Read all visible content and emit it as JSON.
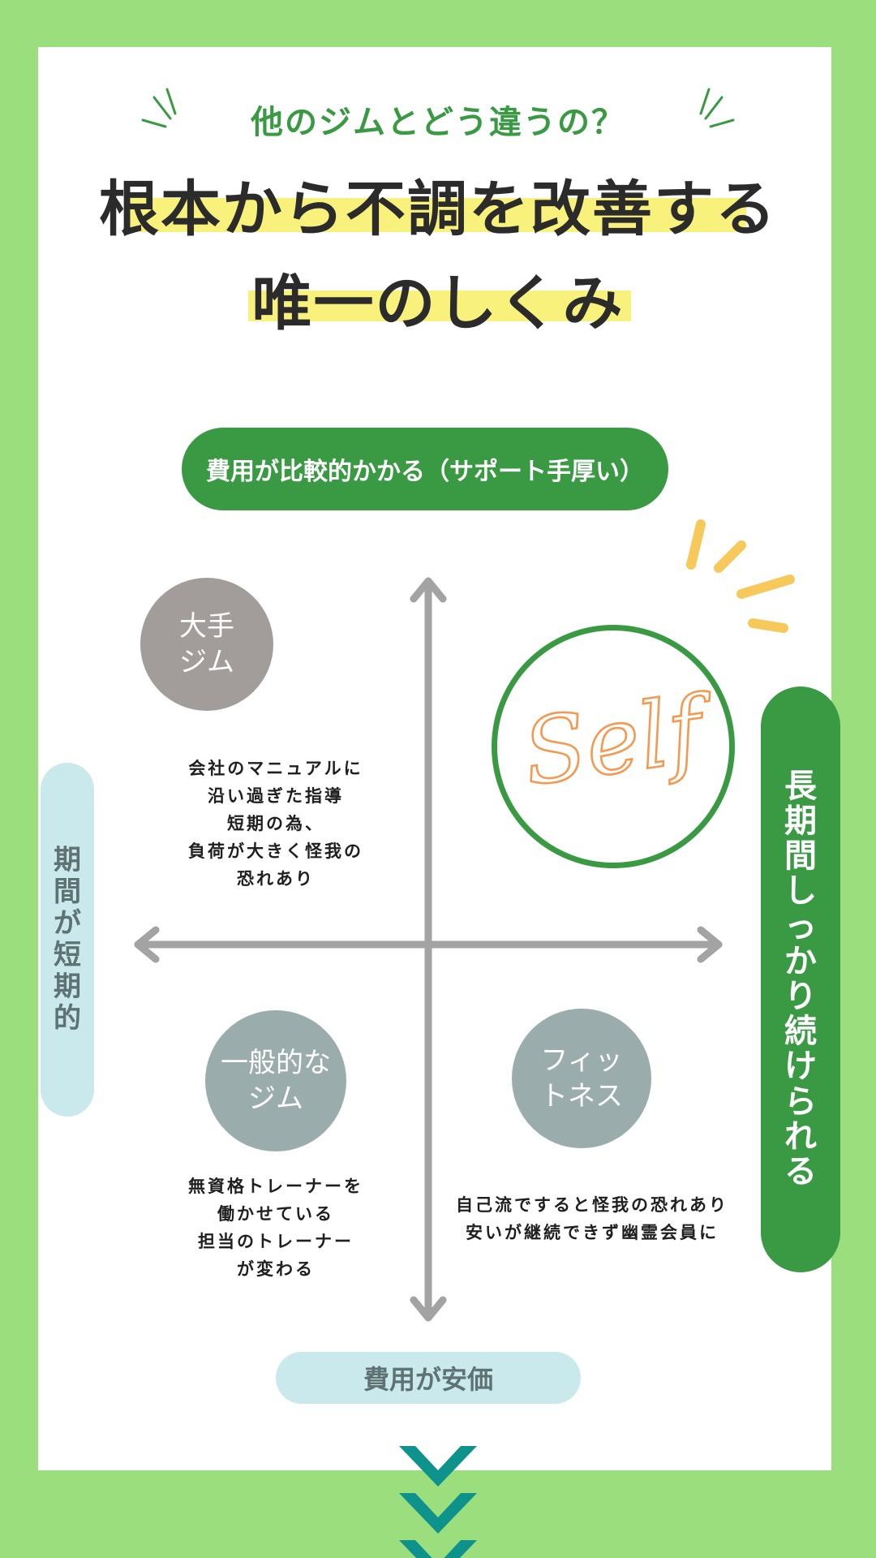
{
  "header": {
    "subtitle": "他のジムとどう違うの？",
    "headline_line1": "根本から不調を改善する",
    "headline_line2": "唯一のしくみ"
  },
  "axes": {
    "top": "費用が比較的かかる（サポート手厚い）",
    "bottom": "費用が安価",
    "left": "期間が短期的",
    "right": "長期間しっかり続けられる"
  },
  "quadrants": {
    "large_gym": {
      "label_lines": [
        "大手",
        "ジム"
      ],
      "desc_lines": [
        "会社のマニュアルに",
        "沿い過ぎた指導",
        "短期の為、",
        "負荷が大きく怪我の",
        "恐れあり"
      ]
    },
    "general_gym": {
      "label_lines": [
        "一般的な",
        "ジム"
      ],
      "desc_lines": [
        "無資格トレーナーを",
        "働かせている",
        "担当のトレーナー",
        "が変わる"
      ]
    },
    "fitness": {
      "label_lines": [
        "フィッ",
        "トネス"
      ],
      "desc_lines": [
        "自己流ですると怪我の恐れあり",
        "安いが継続できず幽霊会員に"
      ]
    },
    "self": {
      "logo_text": "Self"
    }
  },
  "colors": {
    "background": "#9ade7e",
    "accent_green": "#3a9a44",
    "light_blue": "#cae9ec",
    "highlight_yellow": "#f8f27c",
    "axis_gray": "#a3a3a3",
    "chevron_teal": "#0e928c",
    "self_orange": "#f39a52",
    "spark_yellow": "#f7c85a"
  },
  "icons": [
    "spark-lines-left-icon",
    "spark-lines-right-icon",
    "spark-burst-icon",
    "chevron-down-icon"
  ]
}
